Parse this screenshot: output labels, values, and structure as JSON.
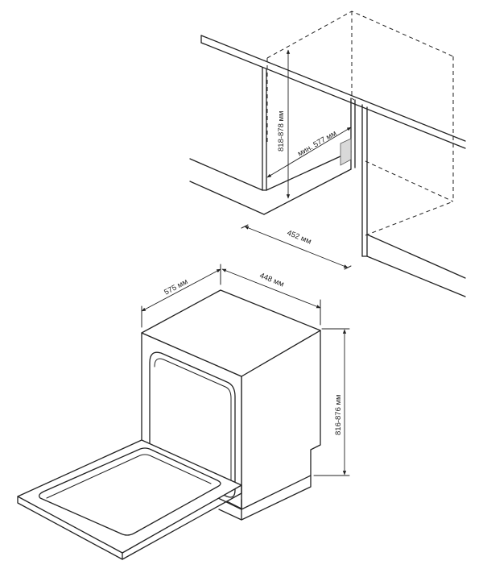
{
  "dimensions": {
    "niche_height": "818-878 мм",
    "niche_min_width": "мин. 577 мм",
    "niche_depth": "452 мм",
    "unit_depth": "575 мм",
    "unit_width": "448 мм",
    "unit_height": "816-876 мм"
  }
}
